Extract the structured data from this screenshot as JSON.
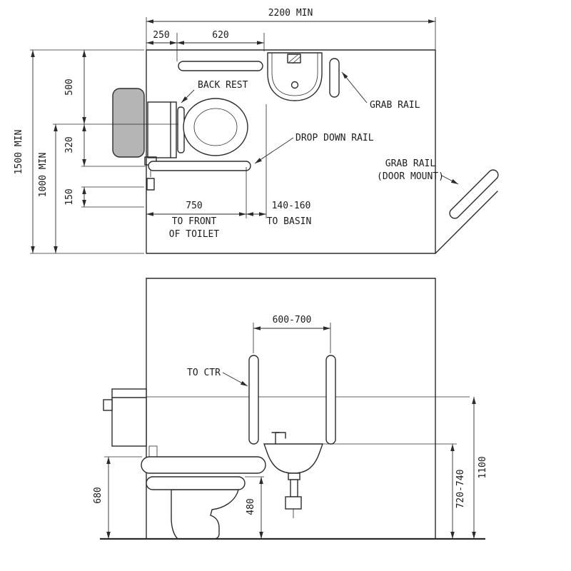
{
  "drawing": {
    "plan": {
      "dim_2200": "2200 MIN",
      "dim_250": "250",
      "dim_620": "620",
      "dim_1500": "1500 MIN",
      "dim_1000": "1000 MIN",
      "dim_500": "500",
      "dim_320": "320",
      "dim_150": "150",
      "dim_750": "750",
      "note_750_l1": "TO FRONT",
      "note_750_l2": "OF TOILET",
      "dim_basin": "140-160",
      "note_basin": "TO BASIN",
      "label_back_rest": "BACK REST",
      "label_grab_rail": "GRAB RAIL",
      "label_drop_down_rail": "DROP DOWN RAIL",
      "label_grab_rail_door_l1": "GRAB RAIL",
      "label_grab_rail_door_l2": "(DOOR MOUNT)"
    },
    "elevation": {
      "dim_600_700": "600-700",
      "label_to_ctr": "TO CTR",
      "dim_1100": "1100",
      "dim_720_740": "720-740",
      "dim_680": "680",
      "dim_480": "480"
    },
    "colors": {
      "line": "#2b2b2b",
      "cistern_fill": "#b5b5b5"
    }
  }
}
